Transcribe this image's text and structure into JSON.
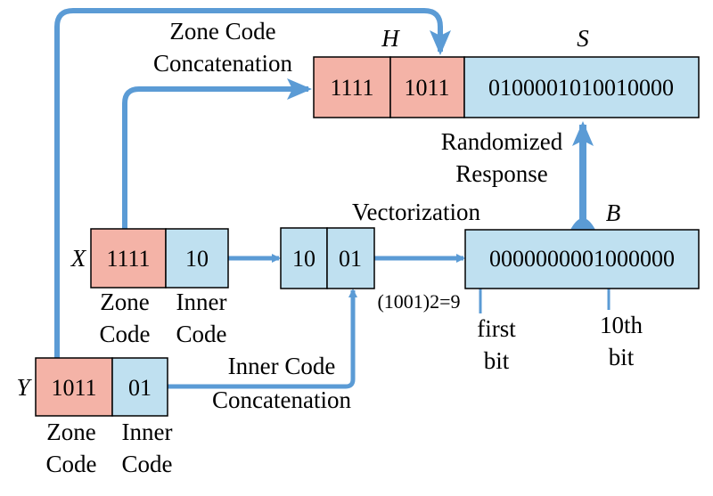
{
  "colors": {
    "zone_fill": "#F4B3A7",
    "inner_fill": "#BFE0F0",
    "arrow": "#5B9BD5",
    "stroke": "#000000"
  },
  "labels": {
    "zone_code_concatenation": [
      "Zone Code",
      "Concatenation"
    ],
    "randomized_response": [
      "Randomized",
      "Response"
    ],
    "vectorization": "Vectorization",
    "inner_code_concatenation": [
      "Inner Code",
      "Concatenation"
    ],
    "binary_conversion": "(1001)2=9",
    "first_bit": [
      "first",
      "bit"
    ],
    "tenth_bit": [
      "10th",
      "bit"
    ]
  },
  "H": {
    "name": "H",
    "zone1": "1111",
    "zone2": "1011"
  },
  "S": {
    "name": "S",
    "value": "0100001010010000"
  },
  "B": {
    "name": "B",
    "value": "0000000001000000"
  },
  "vector": {
    "part1": "10",
    "part2": "01"
  },
  "X": {
    "name": "X",
    "zone": "1111",
    "inner": "10",
    "zone_label": [
      "Zone",
      "Code"
    ],
    "inner_label": [
      "Inner",
      "Code"
    ]
  },
  "Y": {
    "name": "Y",
    "zone": "1011",
    "inner": "01",
    "zone_label": [
      "Zone",
      "Code"
    ],
    "inner_label": [
      "Inner",
      "Code"
    ]
  }
}
